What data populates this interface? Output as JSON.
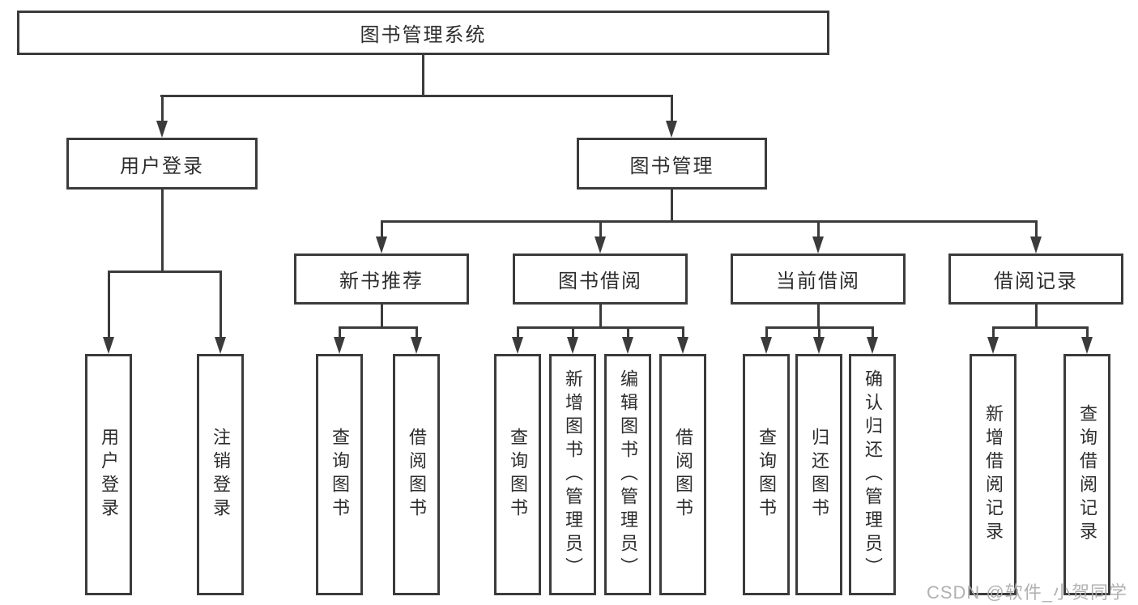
{
  "diagram": {
    "title": "图书管理系统",
    "modules": [
      {
        "label": "用户登录",
        "functions": [
          "用户登录",
          "注销登录"
        ]
      },
      {
        "label": "图书管理",
        "submodules": [
          {
            "label": "新书推荐",
            "functions": [
              "查询图书",
              "借阅图书"
            ]
          },
          {
            "label": "图书借阅",
            "functions": [
              "查询图书",
              "新增图书（管理员）",
              "编辑图书（管理员）",
              "借阅图书"
            ]
          },
          {
            "label": "当前借阅",
            "functions": [
              "查询图书",
              "归还图书",
              "确认归还（管理员）"
            ]
          },
          {
            "label": "借阅记录",
            "functions": [
              "新增借阅记录",
              "查询借阅记录"
            ]
          }
        ]
      }
    ]
  },
  "watermark": "CSDN @软件_小贺同学",
  "colors": {
    "line": "#3b3b3b",
    "text": "#2d2d2d",
    "watermark": "#ababab",
    "background": "#ffffff"
  }
}
